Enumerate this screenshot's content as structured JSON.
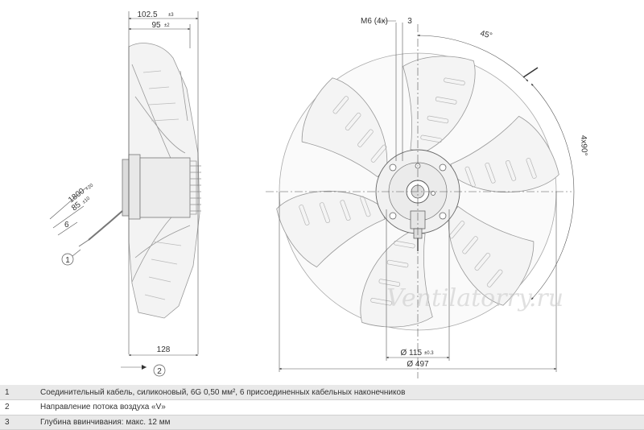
{
  "dimensions": {
    "depth_total": "102.5",
    "depth_total_tol": "±3",
    "depth_body": "95",
    "depth_body_tol": "±2",
    "hub_depth": "128",
    "cable_length": "1800",
    "cable_length_tol": "+20",
    "cable_strip": "85",
    "cable_strip_tol": "±10",
    "cable_end": "6",
    "thread": "M6 (4x)",
    "thread_depth_ref": "3",
    "angle_offset": "45°",
    "angle_spacing": "4x90°",
    "hub_diameter": "Ø 115",
    "hub_diameter_tol": "±0.3",
    "fan_diameter": "Ø 497"
  },
  "callouts": [
    "1",
    "2",
    "3"
  ],
  "watermark": "Ventilatorry.ru",
  "legend": [
    {
      "num": "1",
      "text": "Соединительный кабель, силиконовый, 6G 0,50 мм², 6 присоединенных кабельных наконечников"
    },
    {
      "num": "2",
      "text": "Направление потока воздуха «V»"
    },
    {
      "num": "3",
      "text": "Глубина ввинчивания: макс. 12 мм"
    }
  ]
}
